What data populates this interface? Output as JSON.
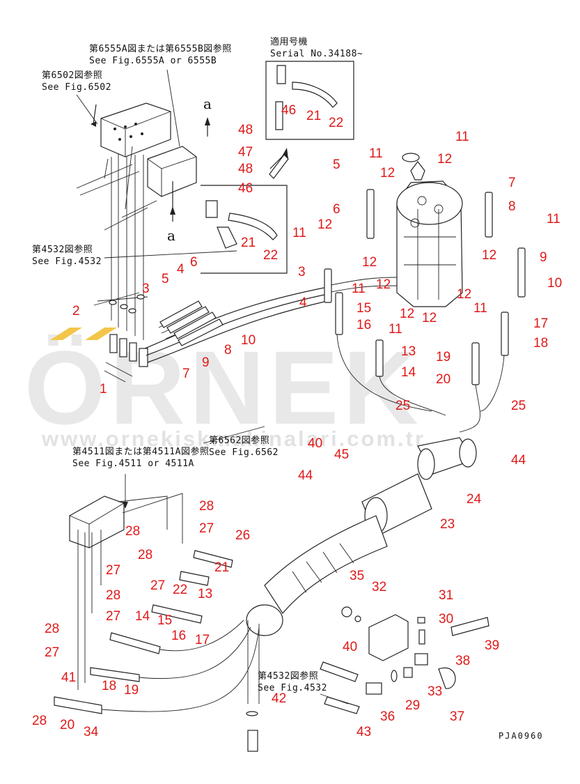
{
  "watermark": {
    "brand": "ÖRNEK",
    "url": "www.ornekiskmakinalari.com.tr",
    "accent_color": "#f3c64a"
  },
  "refs": {
    "r6555_jp": "第6555A図または第6555B図参照",
    "r6555_en": "See Fig.6555A or 6555B",
    "r6502_jp": "第6502図参照",
    "r6502_en": "See Fig.6502",
    "serial_jp": "適用号機",
    "serial_en": "Serial No.34188~",
    "r4532a_jp": "第4532図参照",
    "r4532a_en": "See Fig.4532",
    "r6562_jp": "第6562図参照",
    "r6562_en": "See Fig.6562",
    "r4511_jp": "第4511図または第4511A図参照",
    "r4511_en": "See Fig.4511 or 4511A",
    "r4532b_jp": "第4532図参照",
    "r4532b_en": "See Fig.4532"
  },
  "letters": {
    "a_top": "a",
    "a_mid": "a"
  },
  "drawing_code": "PJA0960",
  "part_numbers": [
    "1",
    "2",
    "3",
    "4",
    "5",
    "6",
    "7",
    "8",
    "9",
    "10",
    "11",
    "11",
    "11",
    "11",
    "11",
    "11",
    "11",
    "12",
    "12",
    "12",
    "12",
    "12",
    "12",
    "12",
    "12",
    "12",
    "3",
    "4",
    "5",
    "6",
    "7",
    "8",
    "9",
    "10",
    "13",
    "14",
    "15",
    "16",
    "17",
    "18",
    "19",
    "20",
    "21",
    "22",
    "46",
    "21",
    "22",
    "46",
    "47",
    "48",
    "48",
    "25",
    "25",
    "23",
    "24",
    "44",
    "44",
    "40",
    "45",
    "26",
    "27",
    "27",
    "27",
    "27",
    "27",
    "28",
    "28",
    "28",
    "28",
    "28",
    "28",
    "41",
    "21",
    "22",
    "13",
    "14",
    "15",
    "16",
    "17",
    "18",
    "19",
    "20",
    "34",
    "35",
    "32",
    "31",
    "30",
    "40",
    "39",
    "38",
    "29",
    "33",
    "37",
    "36",
    "43",
    "42"
  ]
}
